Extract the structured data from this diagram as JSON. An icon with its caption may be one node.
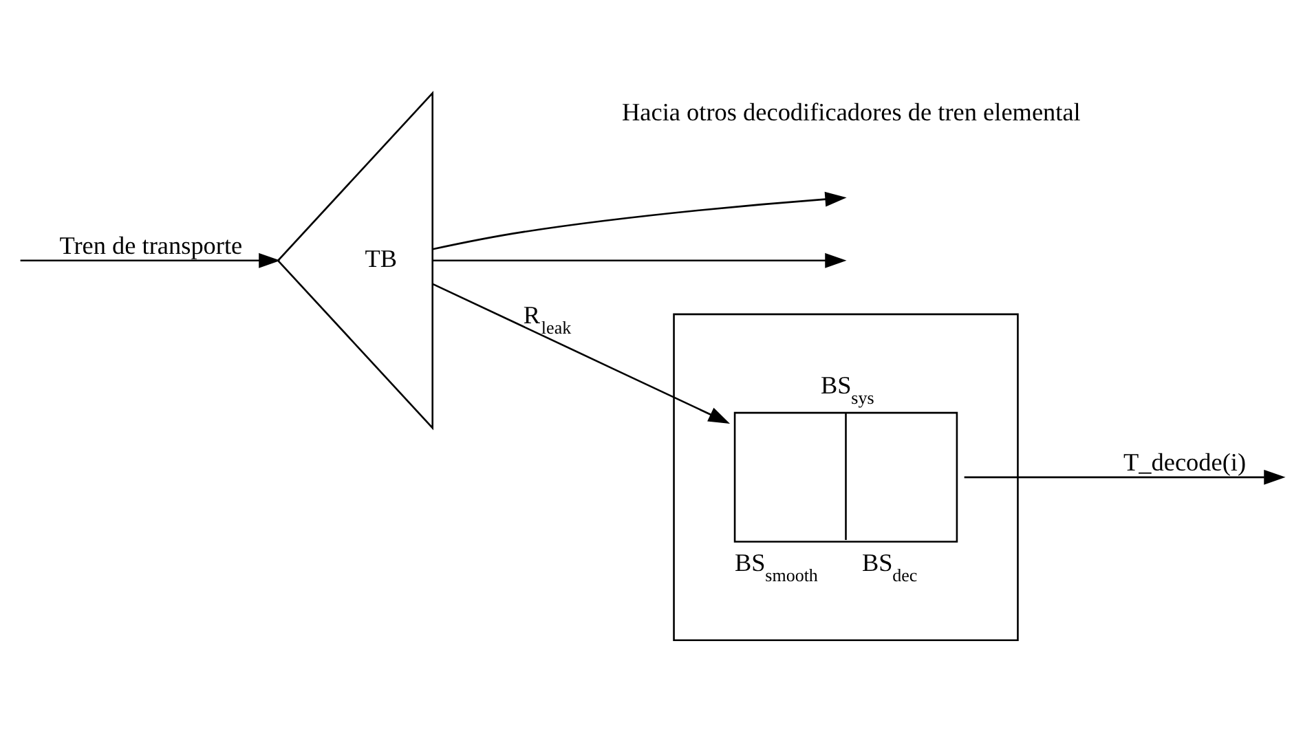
{
  "diagram": {
    "nodes": [
      {
        "text": [
          "TB"
        ]
      },
      {
        "text": [],
        "shape": "box"
      },
      {
        "text": [
          "BS$_{sys}$"
        ],
        "beside": [
          "BS$_{smooth}$",
          "BS$_{dec}$"
        ],
        "in": 1
      }
    ],
    "edges": [
      {
        "from": 0,
        "to": null,
        "arrow": "to"
      },
      {
        "from": 0,
        "to": null,
        "arrow": "to"
      },
      {
        "from": null,
        "to": 0,
        "arrow": "to",
        "label": "Tren de transporte"
      },
      {
        "from": 0,
        "to": 2,
        "arrow": "to",
        "label": "R$_{leak}$"
      },
      {
        "from": 2,
        "to": null,
        "arrow": "to",
        "label": "T_decode(i)"
      }
    ],
    "labels": [
      "Hacia otros decodificadores de tren elemental"
    ]
  }
}
